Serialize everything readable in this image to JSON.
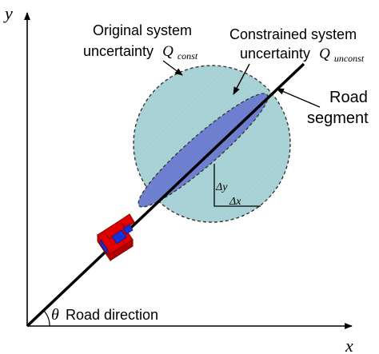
{
  "diagram": {
    "axes": {
      "x_label": "x",
      "y_label": "y"
    },
    "original_uncertainty_label": {
      "line1": "Original system",
      "line2_text": "uncertainty",
      "line2_symbol": "Q",
      "line2_subscript": "const"
    },
    "constrained_uncertainty_label": {
      "line1": "Constrained system",
      "line2_text": "uncertainty",
      "line2_symbol": "Q",
      "line2_subscript": "unconst"
    },
    "road_segment_label": {
      "line1": "Road",
      "line2": "segment"
    },
    "road_direction_label": {
      "symbol": "θ",
      "text": "Road direction"
    },
    "triangle_labels": {
      "dy": "Δy",
      "dx": "Δx"
    },
    "colors": {
      "circle_fill": "#a9d3d6",
      "ellipse_fill": "#6f7fd0",
      "vehicle_red": "#e00000",
      "vehicle_blue": "#1b2fd6",
      "line": "#000000"
    }
  }
}
